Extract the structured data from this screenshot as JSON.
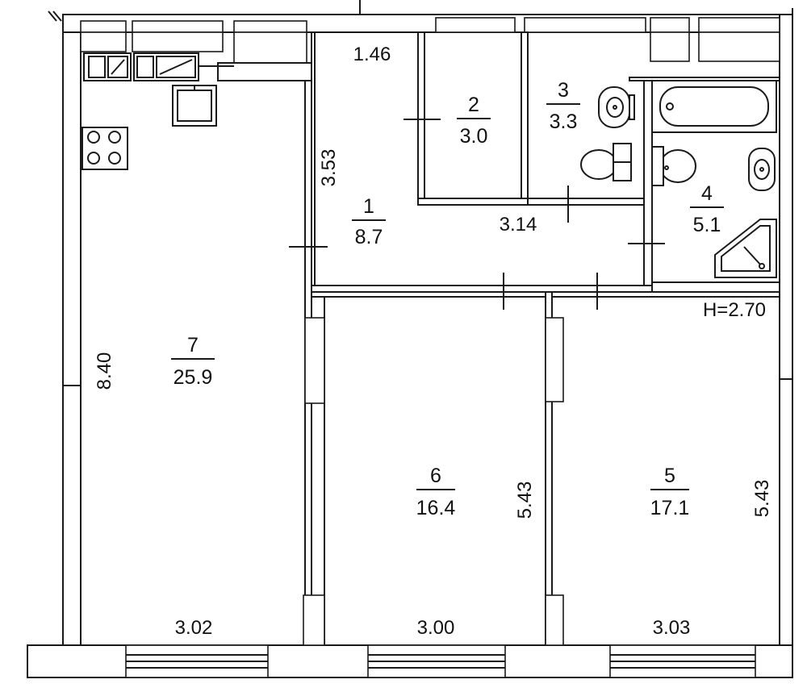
{
  "plan": {
    "ceiling_height": "H=2.70",
    "rooms": [
      {
        "number": "1",
        "area": "8.7"
      },
      {
        "number": "2",
        "area": "3.0"
      },
      {
        "number": "3",
        "area": "3.3"
      },
      {
        "number": "4",
        "area": "5.1"
      },
      {
        "number": "5",
        "area": "17.1"
      },
      {
        "number": "6",
        "area": "16.4"
      },
      {
        "number": "7",
        "area": "25.9"
      }
    ],
    "dimensions": {
      "hall_top": "1.46",
      "hall_left": "3.53",
      "corridor": "3.14",
      "kitchen_height": "8.40",
      "kitchen_width": "3.02",
      "room6_width": "3.00",
      "room6_height": "5.43",
      "room5_width": "3.03",
      "room5_height": "5.43"
    },
    "colors": {
      "line": "#1a1a1a",
      "background": "#ffffff"
    }
  }
}
